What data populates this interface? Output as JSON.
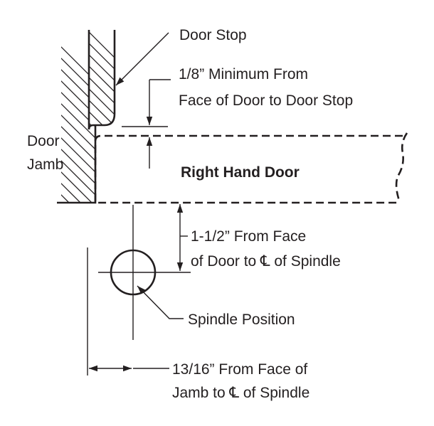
{
  "labels": {
    "door_stop": "Door Stop",
    "min_clearance_line1": "1/8” Minimum From",
    "min_clearance_line2": "Face of Door to Door Stop",
    "door_jamb_line1": "Door",
    "door_jamb_line2": "Jamb",
    "right_hand_door": "Right Hand Door",
    "spindle_offset_line1": "1-1/2” From Face",
    "spindle_offset_line2": "of Door to ℄ of Spindle",
    "spindle_position": "Spindle Position",
    "jamb_offset_line1": "13/16” From Face of",
    "jamb_offset_line2": "Jamb to ℄ of Spindle"
  },
  "colors": {
    "ink": "#231f20",
    "background": "#ffffff"
  }
}
